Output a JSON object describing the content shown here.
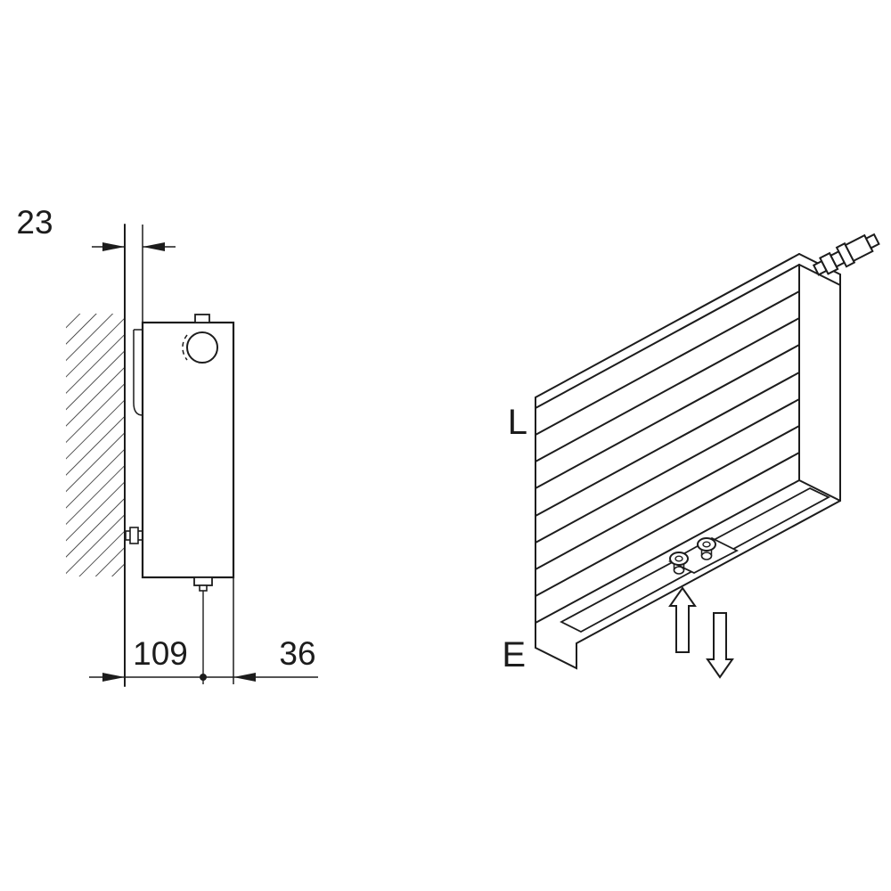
{
  "canvas": {
    "background": "#ffffff",
    "line_color": "#1c1c1c"
  },
  "side_view": {
    "dim_wall_gap": "23",
    "dim_wall_to_connection": "109",
    "dim_connection_offset": "36",
    "icons": [
      "wall-hatch",
      "dimension-arrow",
      "valve-circle"
    ]
  },
  "perspective_view": {
    "label_top_left": "L",
    "label_bottom_left": "E",
    "icons": [
      "thermostatic-valve",
      "flow-up-arrow",
      "flow-down-arrow",
      "connection-ports"
    ]
  }
}
